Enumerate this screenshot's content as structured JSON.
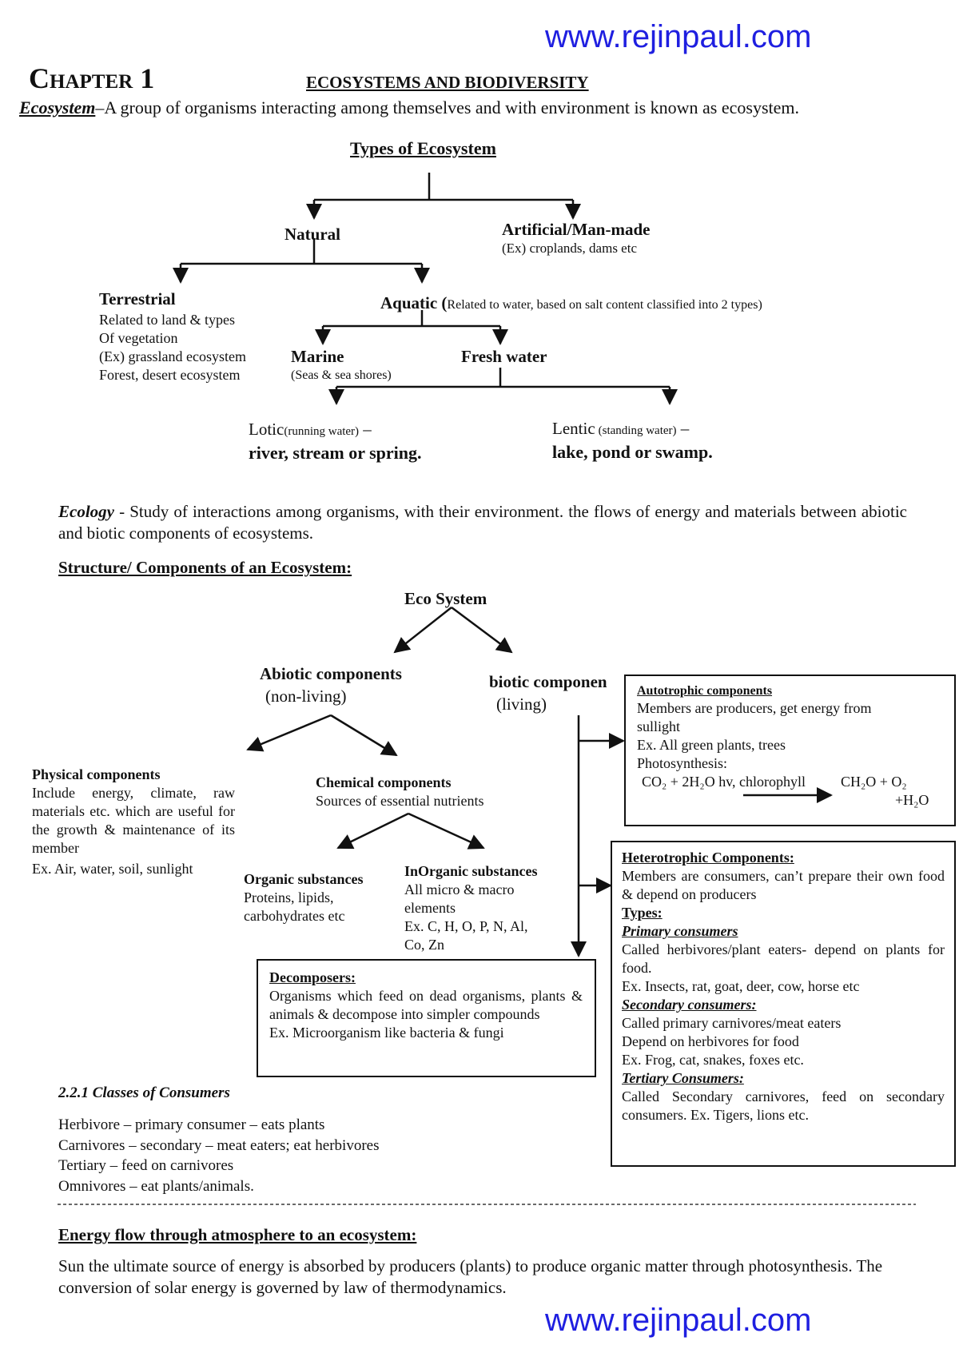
{
  "watermark": {
    "top": "www.rejinpaul.com",
    "bottom": "www.rejinpaul.com"
  },
  "header": {
    "chapter": "Chapter",
    "chapter_num": "1",
    "title": "ECOSYSTEMS AND BIODIVERSITY"
  },
  "ecosystem_def": {
    "term": "Ecosystem",
    "text": "–A group of organisms interacting among themselves and with environment is known as ecosystem."
  },
  "types": {
    "title": "Types of Ecosystem",
    "natural": "Natural",
    "artificial": "Artificial/Man-made",
    "artificial_ex": "(Ex) croplands, dams etc",
    "terrestrial": "Terrestrial",
    "terrestrial_lines": [
      "Related to land & types",
      "Of vegetation",
      "(Ex) grassland ecosystem",
      "Forest, desert ecosystem"
    ],
    "aquatic": "Aquatic (",
    "aquatic_note": "Related to water, based on salt content classified into 2 types)",
    "marine": "Marine",
    "marine_note": "(Seas & sea shores)",
    "freshwater": "Fresh water",
    "lotic": "Lotic",
    "lotic_note": "(running water)",
    "lotic_dash": " –",
    "lotic_ex": "river, stream or spring.",
    "lentic": "Lentic",
    "lentic_note": "(standing water)",
    "lentic_dash": " –",
    "lentic_ex": "lake, pond or swamp."
  },
  "ecology": {
    "term": "Ecology",
    "text": " - Study of interactions among organisms, with their environment. the flows of energy and materials between abiotic and biotic components of ecosystems."
  },
  "structure": {
    "heading": "Structure/ Components of an Ecosystem:",
    "eco_system": "Eco System",
    "abiotic": "Abiotic components",
    "abiotic_sub": "(non-living)",
    "biotic": "biotic componen",
    "biotic_sub": "(living)",
    "physical_title": "Physical components",
    "physical_text": "Include energy, climate, raw materials etc. which are useful for the growth & maintenance of its member",
    "physical_ex": "Ex. Air, water, soil, sunlight",
    "chemical_title": "Chemical components",
    "chemical_text": "Sources of essential nutrients",
    "organic_title": "Organic substances",
    "organic_lines": [
      "Proteins, lipids,",
      "carbohydrates etc"
    ],
    "inorganic_title": "InOrganic substances",
    "inorganic_lines": [
      "All micro & macro",
      "elements",
      "Ex. C, H, O, P, N, Al,",
      "Co, Zn"
    ],
    "decomposers_title": "Decomposers:",
    "decomposers_text": "Organisms which feed on dead organisms, plants & animals & decompose into simpler compounds",
    "decomposers_ex": "Ex. Microorganism like bacteria & fungi"
  },
  "autotrophic": {
    "title": "Autotrophic components",
    "lines": [
      "Members are producers, get energy from",
      "sullight",
      "Ex. All green plants, trees",
      "Photosynthesis:"
    ],
    "eq_left": "CO₂ + 2H₂O hv, chlorophyll",
    "eq_right": "CH₂O + O₂",
    "eq_tail": "+H₂O"
  },
  "heterotrophic": {
    "title": "Heterotrophic Components:",
    "intro": "Members are consumers, can’t prepare their own food & depend on producers",
    "types": "Types:",
    "primary_title": "Primary consumers",
    "primary_text": "Called herbivores/plant eaters- depend on plants for food.",
    "primary_ex": "Ex. Insects, rat, goat, deer, cow, horse etc",
    "secondary_title": "Secondary consumers:",
    "secondary_lines": [
      "Called primary carnivores/meat eaters",
      "Depend on herbivores for food",
      "Ex. Frog, cat, snakes, foxes etc."
    ],
    "tertiary_title": "Tertiary Consumers:",
    "tertiary_text": "Called Secondary carnivores, feed on secondary consumers. Ex. Tigers, lions etc."
  },
  "classes": {
    "title": "2.2.1 Classes of Consumers",
    "lines": [
      "Herbivore – primary consumer – eats plants",
      "Carnivores – secondary – meat eaters; eat herbivores",
      "Tertiary – feed on carnivores",
      "Omnivores – eat plants/animals."
    ]
  },
  "energy": {
    "heading": "Energy flow through atmosphere to an ecosystem:",
    "text": "Sun the ultimate source of energy is absorbed by producers (plants) to produce organic matter through photosynthesis.  The conversion of solar energy is governed by law of thermodynamics."
  }
}
